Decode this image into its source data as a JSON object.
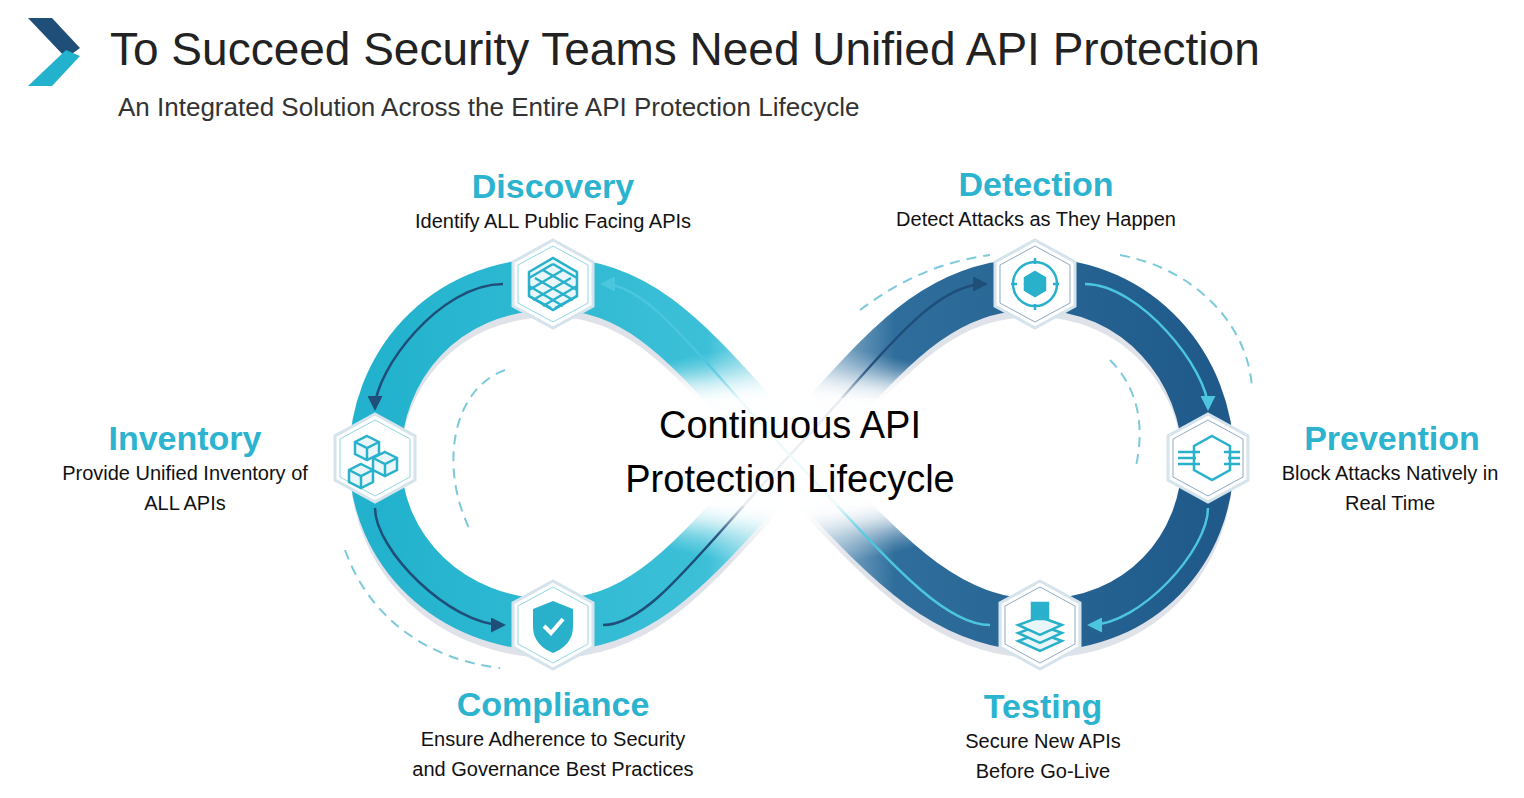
{
  "diagram": {
    "title": "To Succeed Security Teams Need Unified API Protection",
    "caption": "An Integrated Solution Across the Entire API Protection Lifecycle",
    "nodes": [
      {
        "text": [
          "Discovery",
          "Identify ALL Public Facing APIs"
        ]
      },
      {
        "text": [
          "Detection",
          "Detect Attacks as They Happen"
        ]
      },
      {
        "text": [
          "Inventory",
          "Provide Unified Inventory of ALL APIs"
        ]
      },
      {
        "text": [
          "Prevention",
          "Block Attacks Natively in Real Time"
        ]
      },
      {
        "text": [
          "Compliance",
          "Ensure Adherence to Security and Governance Best Practices"
        ]
      },
      {
        "text": [
          "Testing",
          "Secure New APIs Before Go-Live"
        ]
      }
    ],
    "edges": [
      {
        "from": 0,
        "to": 2,
        "arrow": "to"
      },
      {
        "from": 2,
        "to": 4,
        "arrow": "to"
      },
      {
        "from": 4,
        "to": 1,
        "arrow": "to"
      },
      {
        "from": 1,
        "to": 3,
        "arrow": "to"
      },
      {
        "from": 3,
        "to": 5,
        "arrow": "to"
      },
      {
        "from": 5,
        "to": 0,
        "arrow": "to"
      }
    ],
    "labels": [
      "Continuous API Protection Lifecycle"
    ]
  }
}
